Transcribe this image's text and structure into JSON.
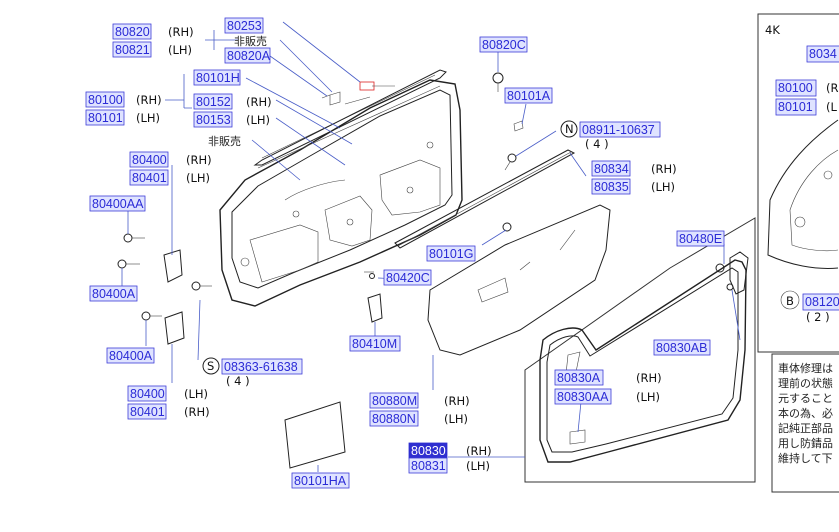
{
  "parts": [
    {
      "id": "p80820",
      "code": "80820",
      "side": "(RH)"
    },
    {
      "id": "p80821",
      "code": "80821",
      "side": "(LH)"
    },
    {
      "id": "p80253",
      "code": "80253",
      "side": ""
    },
    {
      "id": "p80820A",
      "code": "80820A",
      "side": ""
    },
    {
      "id": "p80820C",
      "code": "80820C",
      "side": ""
    },
    {
      "id": "p80101H",
      "code": "80101H",
      "side": ""
    },
    {
      "id": "p80100",
      "code": "80100",
      "side": "(RH)"
    },
    {
      "id": "p80101",
      "code": "80101",
      "side": "(LH)"
    },
    {
      "id": "p80152",
      "code": "80152",
      "side": "(RH)"
    },
    {
      "id": "p80153",
      "code": "80153",
      "side": "(LH)"
    },
    {
      "id": "p80101A",
      "code": "80101A",
      "side": ""
    },
    {
      "id": "p08911",
      "code": "08911-10637",
      "side": "( 4 )"
    },
    {
      "id": "p80400",
      "code": "80400",
      "side": "(RH)"
    },
    {
      "id": "p80401",
      "code": "80401",
      "side": "(LH)"
    },
    {
      "id": "p80834",
      "code": "80834",
      "side": "(RH)"
    },
    {
      "id": "p80835",
      "code": "80835",
      "side": "(LH)"
    },
    {
      "id": "p80400AA",
      "code": "80400AA",
      "side": ""
    },
    {
      "id": "p80101G",
      "code": "80101G",
      "side": ""
    },
    {
      "id": "p80480E",
      "code": "80480E",
      "side": ""
    },
    {
      "id": "p80420C",
      "code": "80420C",
      "side": ""
    },
    {
      "id": "p80400A_1",
      "code": "80400A",
      "side": ""
    },
    {
      "id": "p80410M",
      "code": "80410M",
      "side": ""
    },
    {
      "id": "p80830AB",
      "code": "80830AB",
      "side": ""
    },
    {
      "id": "p80400A_2",
      "code": "80400A",
      "side": ""
    },
    {
      "id": "p08363",
      "code": "08363-61638",
      "side": "( 4 )"
    },
    {
      "id": "p80830A",
      "code": "80830A",
      "side": "(RH)"
    },
    {
      "id": "p80830AA",
      "code": "80830AA",
      "side": "(LH)"
    },
    {
      "id": "p80400_2",
      "code": "80400",
      "side": "(LH)"
    },
    {
      "id": "p80401_2",
      "code": "80401",
      "side": "(RH)"
    },
    {
      "id": "p80880M",
      "code": "80880M",
      "side": "(RH)"
    },
    {
      "id": "p80880N",
      "code": "80880N",
      "side": "(LH)"
    },
    {
      "id": "p80830",
      "code": "80830",
      "side": "(RH)"
    },
    {
      "id": "p80831",
      "code": "80831",
      "side": "(LH)"
    },
    {
      "id": "p80101HA",
      "code": "80101HA",
      "side": ""
    }
  ],
  "labels": {
    "not_for_sale_1": "非販売",
    "not_for_sale_2": "非販売",
    "bolt_symbol_n": "N",
    "bolt_symbol_s": "S"
  },
  "side_panel": {
    "header": "4K",
    "part_80100": "80100",
    "part_80100_side": "(R",
    "part_80101": "80101",
    "part_80101_side": "(L",
    "part_803x": "8034",
    "bolt_symbol": "B",
    "bolt_code": "08120",
    "bolt_qty": "( 2 )"
  },
  "note": {
    "lines": [
      "車体修理は",
      "理前の状態",
      "元すること",
      "本の為、必",
      "記純正部品",
      "用し防錆品",
      "維持して下"
    ]
  },
  "highlight": {
    "part": "80830",
    "color": "#2f2fd0"
  }
}
